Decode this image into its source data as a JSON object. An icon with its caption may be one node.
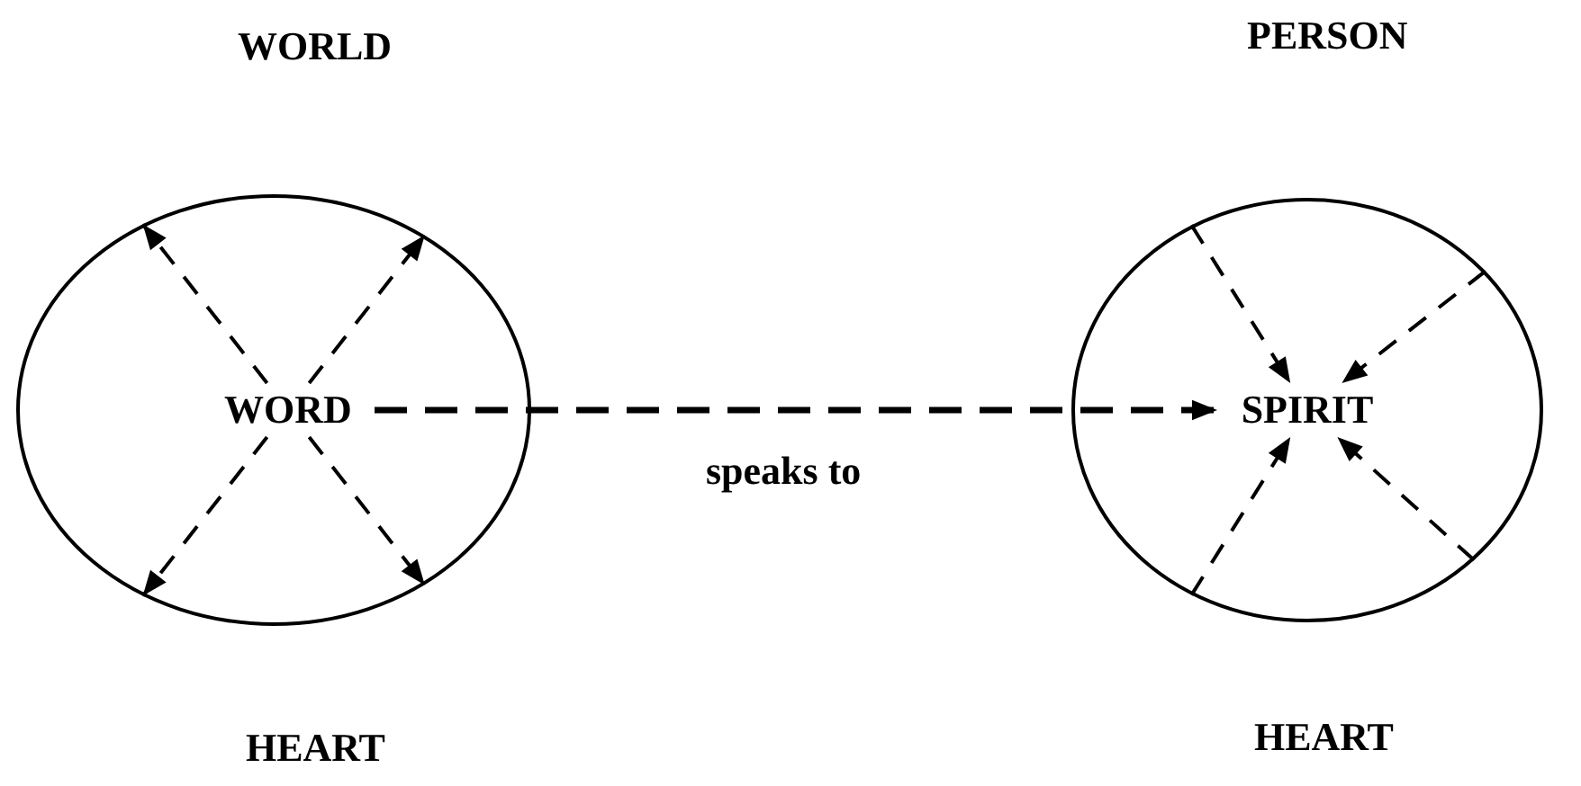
{
  "diagram": {
    "nodes": [
      {
        "text": [],
        "shape": "circle",
        "beside": [
          "WORLD",
          "HEART"
        ]
      },
      {
        "text": [
          "WORD"
        ],
        "in": 0
      },
      {
        "text": [],
        "shape": "circle",
        "beside": [
          "PERSON",
          "HEART"
        ]
      },
      {
        "text": [
          "SPIRIT"
        ],
        "in": 2
      }
    ],
    "edges": [
      {
        "from": 1,
        "to": 0,
        "arrow": "to",
        "style": "dashed"
      },
      {
        "from": 1,
        "to": 0,
        "arrow": "to",
        "style": "dashed"
      },
      {
        "from": 1,
        "to": 0,
        "arrow": "to",
        "style": "dashed"
      },
      {
        "from": 1,
        "to": 0,
        "arrow": "to",
        "style": "dashed"
      },
      {
        "from": 1,
        "to": 3,
        "arrow": "to",
        "style": "dashed",
        "label": "speaks to"
      },
      {
        "from": 2,
        "to": 3,
        "arrow": "to",
        "style": "dashed"
      },
      {
        "from": 2,
        "to": 3,
        "arrow": "to",
        "style": "dashed"
      },
      {
        "from": 2,
        "to": 3,
        "arrow": "to",
        "style": "dashed"
      },
      {
        "from": 2,
        "to": 3,
        "arrow": "to",
        "style": "dashed"
      }
    ]
  }
}
